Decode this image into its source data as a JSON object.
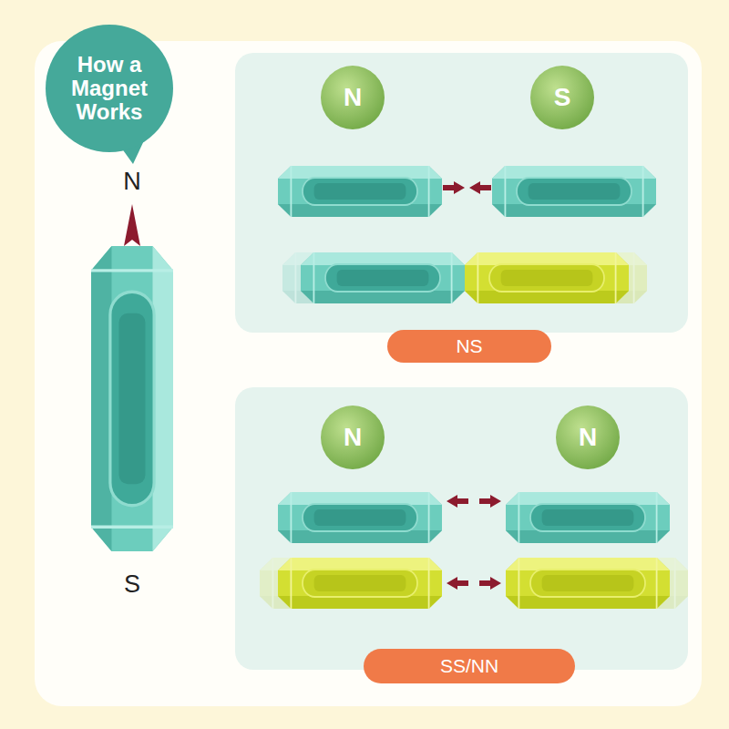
{
  "diagram": {
    "nodes": [
      {
        "text": [
          "How a Magnet Works"
        ]
      },
      {
        "text": [
          "N"
        ]
      },
      {
        "text": [
          "S"
        ]
      },
      {
        "text": [
          "NS"
        ]
      },
      {
        "text": [
          "N"
        ]
      },
      {
        "text": [
          "N"
        ]
      },
      {
        "text": [
          "SS/NN"
        ]
      }
    ],
    "labels": [
      "N",
      "S"
    ]
  }
}
